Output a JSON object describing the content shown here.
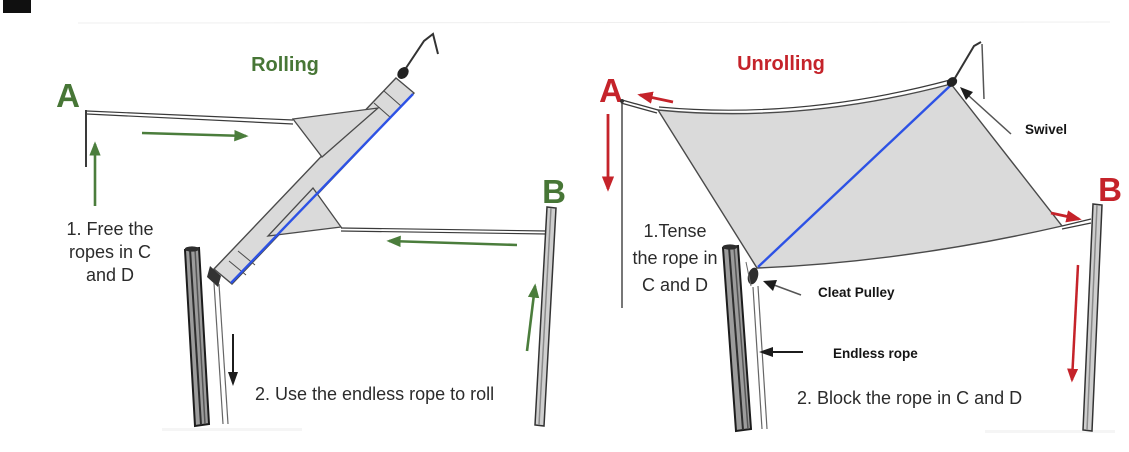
{
  "diagram": {
    "rolling": {
      "title": "Rolling",
      "anchor_a": "A",
      "anchor_b": "B",
      "step1": [
        "1. Free the",
        "ropes in C",
        "and D"
      ],
      "step2": "2. Use the endless rope to roll"
    },
    "unrolling": {
      "title": "Unrolling",
      "anchor_a": "A",
      "anchor_b": "B",
      "step1": [
        "1.Tense",
        "the rope in",
        "C and D"
      ],
      "step2": "2. Block the rope in C and D",
      "swivel_label": "Swivel",
      "cleat_pulley_label": "Cleat Pulley",
      "endless_rope_label": "Endless rope"
    },
    "colors": {
      "rolling_accent": "#477636",
      "unrolling_accent": "#c5232a",
      "rope_highlight_blue": "#2d52e5",
      "sail_fill": "#dadada",
      "text": "#2b2b2b"
    }
  }
}
